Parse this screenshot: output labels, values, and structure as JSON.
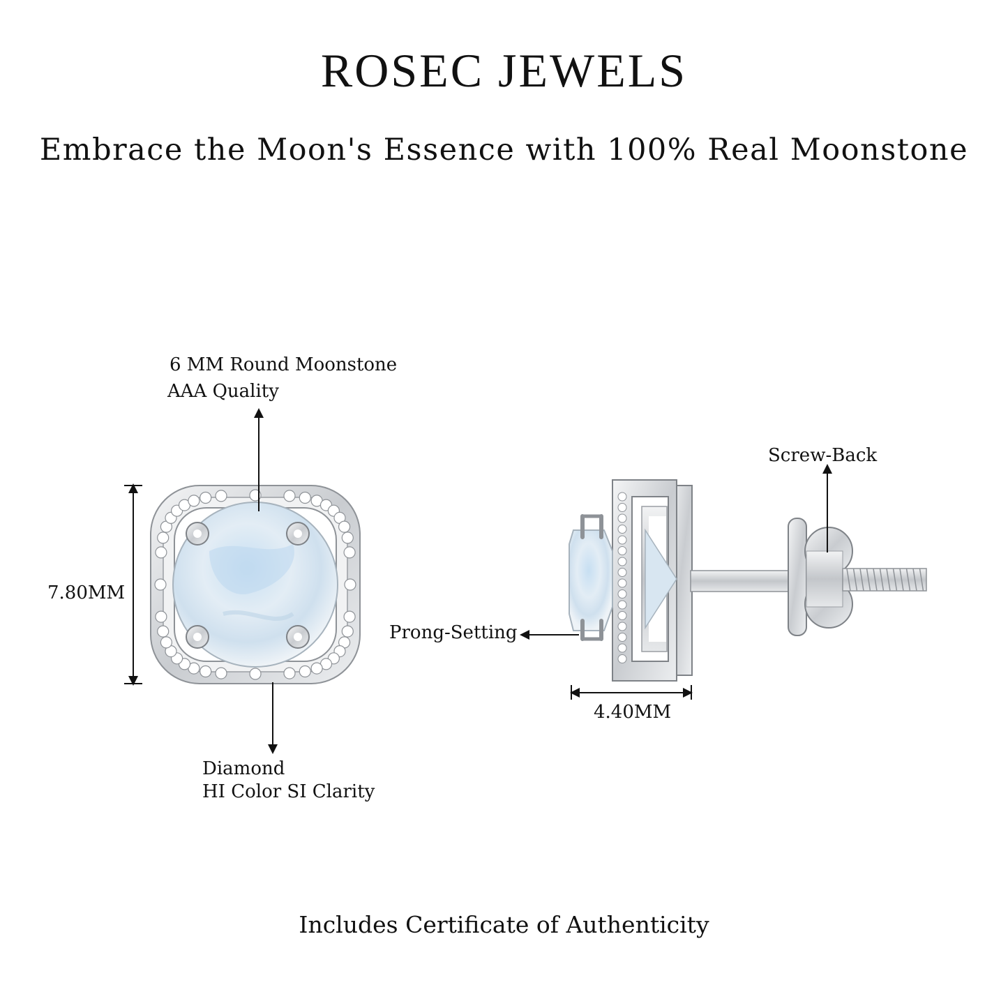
{
  "brand": "ROSEC JEWELS",
  "tagline": "Embrace the Moon's Essence with 100% Real Moonstone",
  "front_view": {
    "stone_label_line1": "6 MM Round Moonstone",
    "stone_label_line2": "AAA Quality",
    "height_label": "7.80MM",
    "diamond_label_line1": "Diamond",
    "diamond_label_line2": "HI Color SI Clarity"
  },
  "side_view": {
    "back_label": "Screw-Back",
    "setting_label": "Prong-Setting",
    "width_label": "4.40MM"
  },
  "footer": "Includes Certificate of Authenticity",
  "colors": {
    "metal": "#d7d9dc",
    "metal_dark": "#8e9297",
    "stone": "#dde9f3",
    "stone_highlight": "#b9d6ee",
    "text": "#111111"
  }
}
